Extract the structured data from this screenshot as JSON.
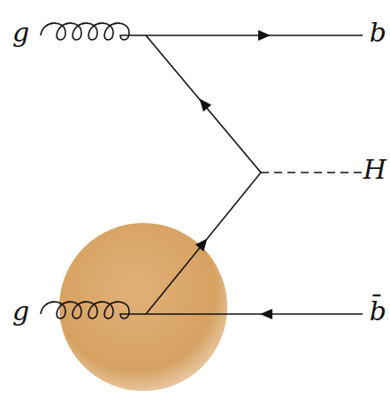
{
  "diagram": {
    "labels": [
      "g",
      "b",
      "H",
      "g",
      "b̄"
    ]
  }
}
